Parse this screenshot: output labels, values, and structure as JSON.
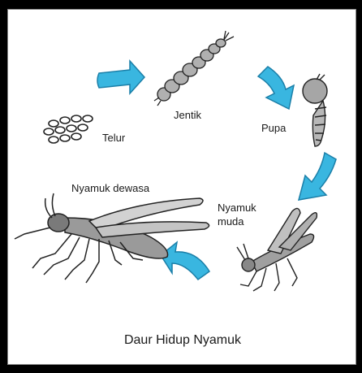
{
  "stages": {
    "egg": "Telur",
    "larva": "Jentik",
    "pupa": "Pupa",
    "young": "Nyamuk",
    "young2": "muda",
    "adult": "Nyamuk dewasa"
  },
  "caption": "Daur Hidup Nyamuk",
  "colors": {
    "arrow": "#39b6e0",
    "body": "#9e9e9e",
    "outline": "#222222"
  }
}
